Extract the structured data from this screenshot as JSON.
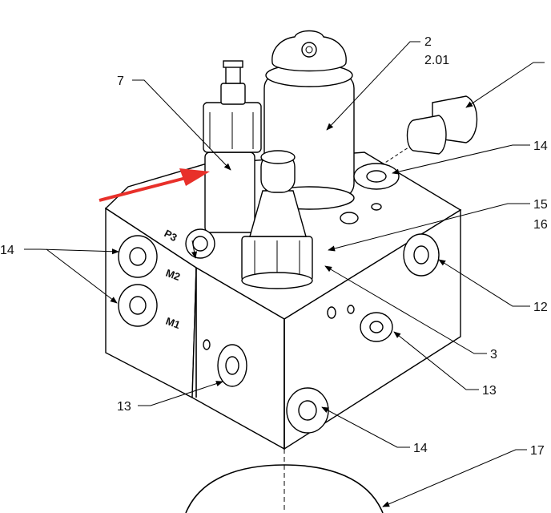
{
  "callouts": {
    "c2": "2",
    "c201": "2.01",
    "c7": "7",
    "c14_top": "14",
    "c15": "15",
    "c16": "16",
    "c14_left": "14",
    "c12": "12",
    "c3": "3",
    "c13_right": "13",
    "c13_left": "13",
    "c14_bottom": "14",
    "c17": "17"
  },
  "ports": {
    "p3": "P3",
    "m2": "M2",
    "m1": "M1"
  },
  "colors": {
    "line": "#000000",
    "highlight_arrow": "#e8302a",
    "background": "#ffffff"
  }
}
